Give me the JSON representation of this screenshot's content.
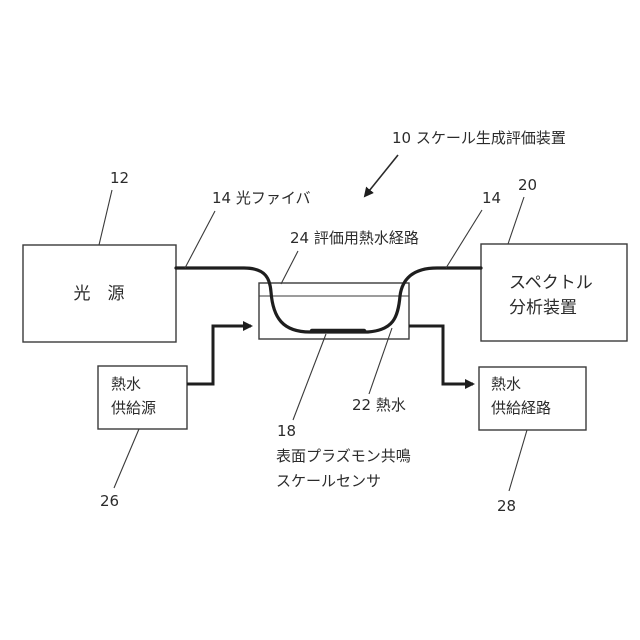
{
  "labels": {
    "system": "10 スケール生成評価装置",
    "light_source_ref": "12",
    "light_source": "光　源",
    "fiber_left": "14 光ファイバ",
    "fiber_right_ref": "14",
    "spectrum_ref": "20",
    "spectrum_line1": "スペクトル",
    "spectrum_line2": "分析装置",
    "channel": "24 評価用熱水経路",
    "hotwater": "22 熱水",
    "supply_line1": "熱水",
    "supply_line2": "供給源",
    "supply_ref": "26",
    "drain_line1": "熱水",
    "drain_line2": "供給経路",
    "drain_ref": "28",
    "sensor_ref": "18",
    "sensor_line1": "表面プラズモン共鳴",
    "sensor_line2": "スケールセンサ"
  }
}
